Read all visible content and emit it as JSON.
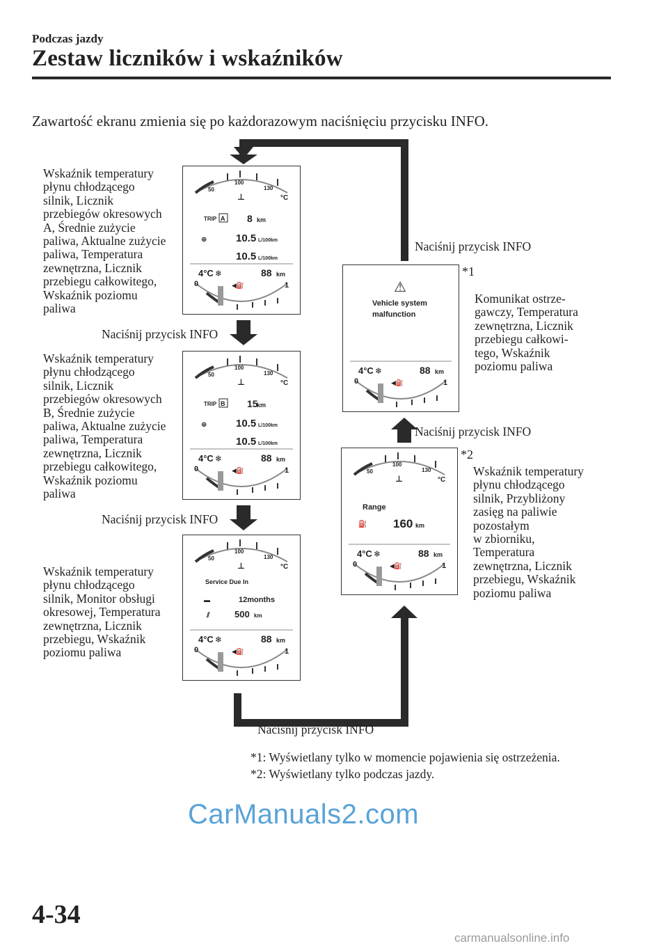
{
  "header": {
    "section": "Podczas jazdy",
    "title": "Zestaw liczników i wskaźników"
  },
  "intro": "Zawartość ekranu zmienia się po każdorazowym naciśnięciu przycisku INFO.",
  "press_label": "Naciśnij przycisk INFO",
  "descriptions": {
    "trip_a": "Wskaźnik temperatury\npłynu chłodzącego\nsilnik, Licznik\nprzebiegów okresowych\nA, Średnie zużycie\npaliwa, Aktualne zużycie\npaliwa, Temperatura\nzewnętrzna, Licznik\nprzebiegu całkowitego,\nWskaźnik poziomu\npaliwa",
    "trip_b": "Wskaźnik temperatury\npłynu chłodzącego\nsilnik, Licznik\nprzebiegów okresowych\nB, Średnie zużycie\npaliwa, Aktualne zużycie\npaliwa, Temperatura\nzewnętrzna, Licznik\nprzebiegu całkowitego,\nWskaźnik poziomu\npaliwa",
    "service": "Wskaźnik temperatury\npłynu chłodzącego\nsilnik, Monitor obsługi\nokresowej, Temperatura\nzewnętrzna, Licznik\nprzebiegu, Wskaźnik\npoziomu paliwa",
    "warning": "Komunikat ostrze-\ngawczy, Temperatura\nzewnętrzna, Licznik\nprzebiegu całkowi-\ntego, Wskaźnik\npoziomu paliwa",
    "range": "Wskaźnik temperatury\npłynu chłodzącego\nsilnik, Przybliżony\nzasięg na paliwie\npozostałym\nw zbiorniku,\nTemperatura\nzewnętrzna, Licznik\nprzebiegu, Wskaźnik\npoziomu paliwa"
  },
  "stars": {
    "s1": "*1",
    "s2": "*2"
  },
  "gauge_common": {
    "temp_min": "50",
    "temp_mid": "100",
    "temp_max": "130",
    "temp_unit": "°C",
    "outside_temp": "4",
    "outside_unit": "°C",
    "odometer": "88",
    "odometer_unit": "km",
    "fuel_min": "0",
    "fuel_max": "1"
  },
  "screens": {
    "trip_a": {
      "trip_label": "TRIP",
      "trip_letter": "A",
      "trip_value": "8",
      "trip_unit": "km",
      "avg": "10.5",
      "avg_unit": "L/100km",
      "cur": "10.5",
      "cur_unit": "L/100km"
    },
    "trip_b": {
      "trip_label": "TRIP",
      "trip_letter": "B",
      "trip_value": "15",
      "trip_unit": "km",
      "avg": "10.5",
      "avg_unit": "L/100km",
      "cur": "10.5",
      "cur_unit": "L/100km"
    },
    "service": {
      "heading": "Service Due In",
      "months": "12months",
      "distance": "500",
      "distance_unit": "km"
    },
    "warning": {
      "message_line1": "Vehicle system",
      "message_line2": "malfunction"
    },
    "range": {
      "heading": "Range",
      "value": "160",
      "unit": "km"
    }
  },
  "footnotes": "*1: Wyświetlany tylko w momencie pojawienia się ostrzeżenia.\n*2: Wyświetlany tylko podczas jazdy.",
  "watermark": "CarManuals2.com",
  "page_number": "4-34",
  "site_footer": "carmanualsonline.info"
}
